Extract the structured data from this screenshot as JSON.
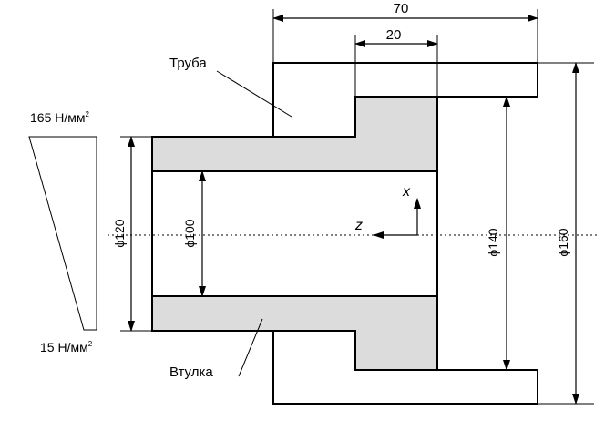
{
  "labels": {
    "pipe": "Труба",
    "sleeve": "Втулка",
    "load_top": "165 Н/мм",
    "load_top_sup": "2",
    "load_bottom": "15 Н/мм",
    "load_bottom_sup": "2"
  },
  "dimensions": {
    "overall_length": "70",
    "sleeve_length": "20",
    "d120": "ϕ120",
    "d100": "ϕ100",
    "d140": "ϕ140",
    "d160": "ϕ160"
  },
  "axes": {
    "x": "x",
    "z": "z"
  },
  "colors": {
    "sleeve_fill": "#dcdcdc",
    "line": "#000000"
  },
  "icons": {
    "axis_arrow": "arrow-icon"
  }
}
